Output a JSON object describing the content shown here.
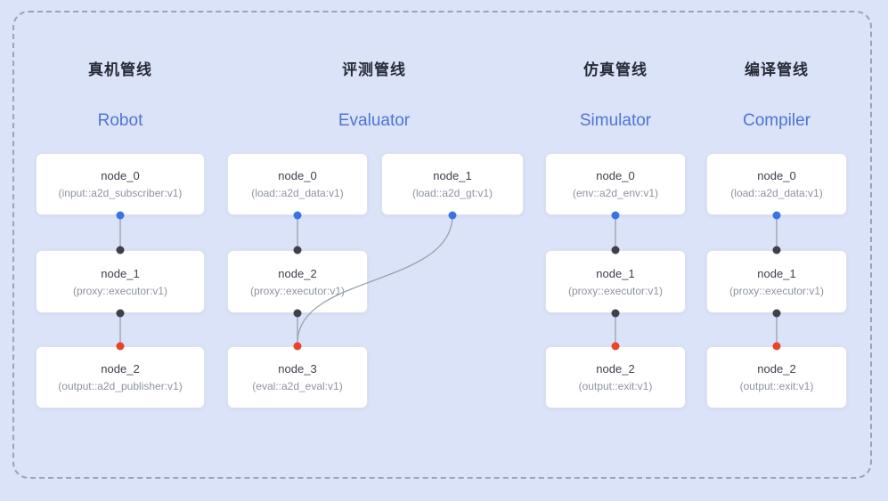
{
  "colors": {
    "background": "#dbe3f8",
    "frame_dash": "#9aa3b8",
    "subtitle_blue": "#4f74d6",
    "blue_dot": "#3b73e0",
    "black_dot": "#3d4148",
    "red_dot": "#e8432d",
    "link_line": "#9aa2ae"
  },
  "pipelines": [
    {
      "title_zh": "真机管线",
      "subtitle": "Robot",
      "nodes": [
        {
          "name": "node_0",
          "type": "(input::a2d_subscriber:v1)"
        },
        {
          "name": "node_1",
          "type": "(proxy::executor:v1)"
        },
        {
          "name": "node_2",
          "type": "(output::a2d_publisher:v1)"
        }
      ]
    },
    {
      "title_zh": "评测管线",
      "subtitle": "Evaluator",
      "nodes": [
        {
          "name": "node_0",
          "type": "(load::a2d_data:v1)"
        },
        {
          "name": "node_1",
          "type": "(load::a2d_gt:v1)"
        },
        {
          "name": "node_2",
          "type": "(proxy::executor:v1)"
        },
        {
          "name": "node_3",
          "type": "(eval::a2d_eval:v1)"
        }
      ]
    },
    {
      "title_zh": "仿真管线",
      "subtitle": "Simulator",
      "nodes": [
        {
          "name": "node_0",
          "type": "(env::a2d_env:v1)"
        },
        {
          "name": "node_1",
          "type": "(proxy::executor:v1)"
        },
        {
          "name": "node_2",
          "type": "(output::exit:v1)"
        }
      ]
    },
    {
      "title_zh": "编译管线",
      "subtitle": "Compiler",
      "nodes": [
        {
          "name": "node_0",
          "type": "(load::a2d_data:v1)"
        },
        {
          "name": "node_1",
          "type": "(proxy::executor:v1)"
        },
        {
          "name": "node_2",
          "type": "(output::exit:v1)"
        }
      ]
    }
  ]
}
